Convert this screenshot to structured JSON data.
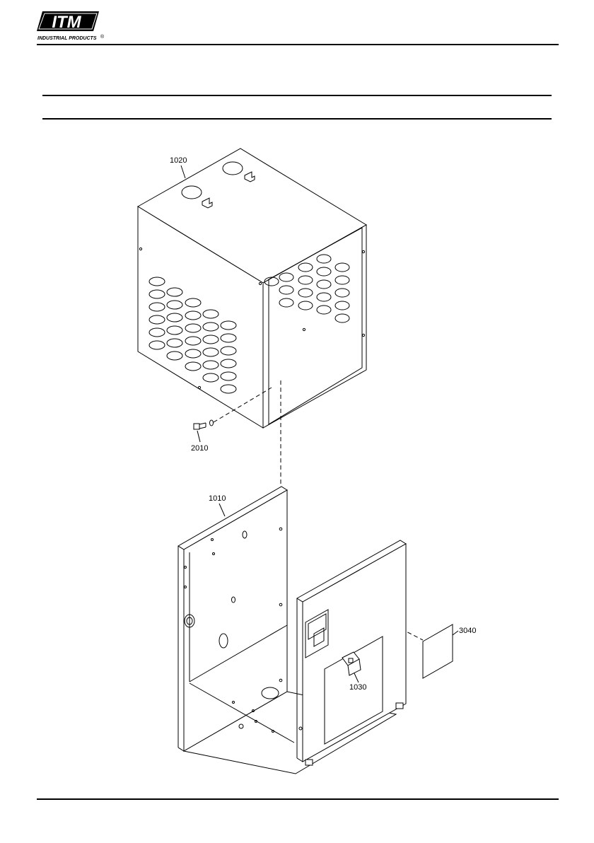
{
  "header": {
    "logo_text": "ITM",
    "logo_subtext": "INDUSTRIAL PRODUCTS",
    "logo_mark": "®"
  },
  "parts": {
    "top_cover": "1020",
    "screw": "2010",
    "base_frame": "1010",
    "switch": "1030",
    "label": "3040"
  }
}
